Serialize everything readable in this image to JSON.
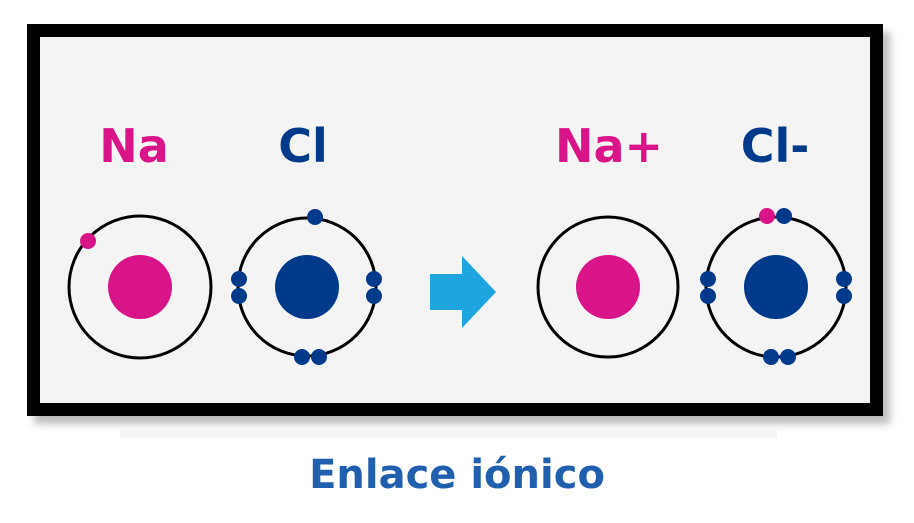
{
  "colors": {
    "sodium": "#d91489",
    "chlorine": "#013a8b",
    "arrow": "#1ea5df",
    "caption": "#1f5fae",
    "frame": "#000000",
    "panel": "#f4f4f4"
  },
  "before": {
    "sodium_label": "Na",
    "chlorine_label": "Cl"
  },
  "after": {
    "sodium_ion_label": "Na+",
    "chloride_ion_label": "Cl-"
  },
  "arrow_icon": "right-arrow-icon",
  "caption": "Enlace iónico"
}
